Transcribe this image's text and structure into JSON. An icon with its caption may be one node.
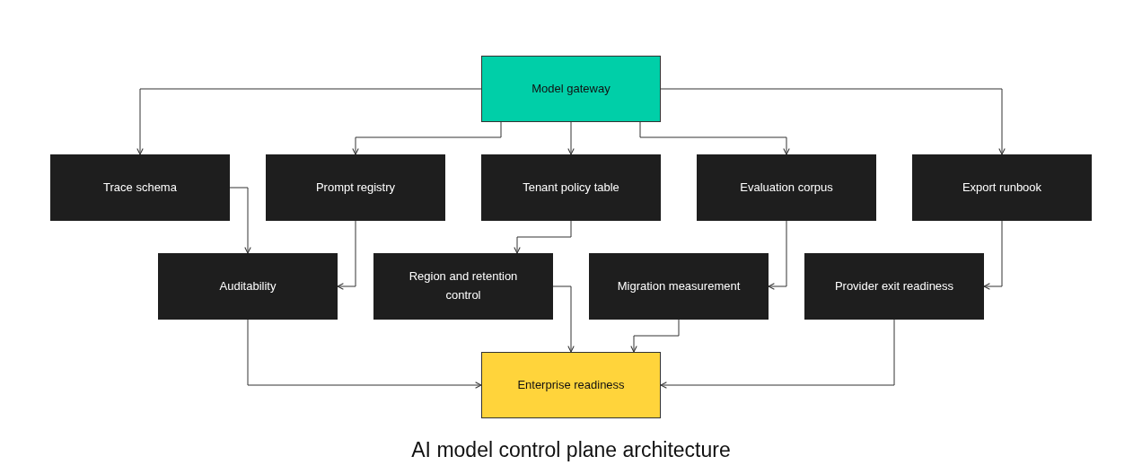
{
  "diagram": {
    "caption": "AI model control plane architecture",
    "nodes": [
      {
        "text": [
          "Model gateway"
        ]
      },
      {
        "text": [
          "Trace schema"
        ]
      },
      {
        "text": [
          "Prompt registry"
        ]
      },
      {
        "text": [
          "Tenant policy table"
        ]
      },
      {
        "text": [
          "Evaluation corpus"
        ]
      },
      {
        "text": [
          "Export runbook"
        ]
      },
      {
        "text": [
          "Auditability"
        ]
      },
      {
        "text": [
          "Region and retention control"
        ]
      },
      {
        "text": [
          "Migration measurement"
        ]
      },
      {
        "text": [
          "Provider exit readiness"
        ]
      },
      {
        "text": [
          "Enterprise readiness"
        ]
      }
    ],
    "edges": [
      {
        "from": 0,
        "to": 1,
        "arrow": "to"
      },
      {
        "from": 0,
        "to": 2,
        "arrow": "to"
      },
      {
        "from": 0,
        "to": 3,
        "arrow": "to"
      },
      {
        "from": 0,
        "to": 4,
        "arrow": "to"
      },
      {
        "from": 0,
        "to": 5,
        "arrow": "to"
      },
      {
        "from": 1,
        "to": 6,
        "arrow": "to"
      },
      {
        "from": 2,
        "to": 6,
        "arrow": "to"
      },
      {
        "from": 3,
        "to": 7,
        "arrow": "to"
      },
      {
        "from": 4,
        "to": 8,
        "arrow": "to"
      },
      {
        "from": 5,
        "to": 9,
        "arrow": "to"
      },
      {
        "from": 6,
        "to": 10,
        "arrow": "to"
      },
      {
        "from": 7,
        "to": 10,
        "arrow": "to"
      },
      {
        "from": 8,
        "to": 10,
        "arrow": "to"
      },
      {
        "from": 9,
        "to": 10,
        "arrow": "to"
      }
    ]
  }
}
